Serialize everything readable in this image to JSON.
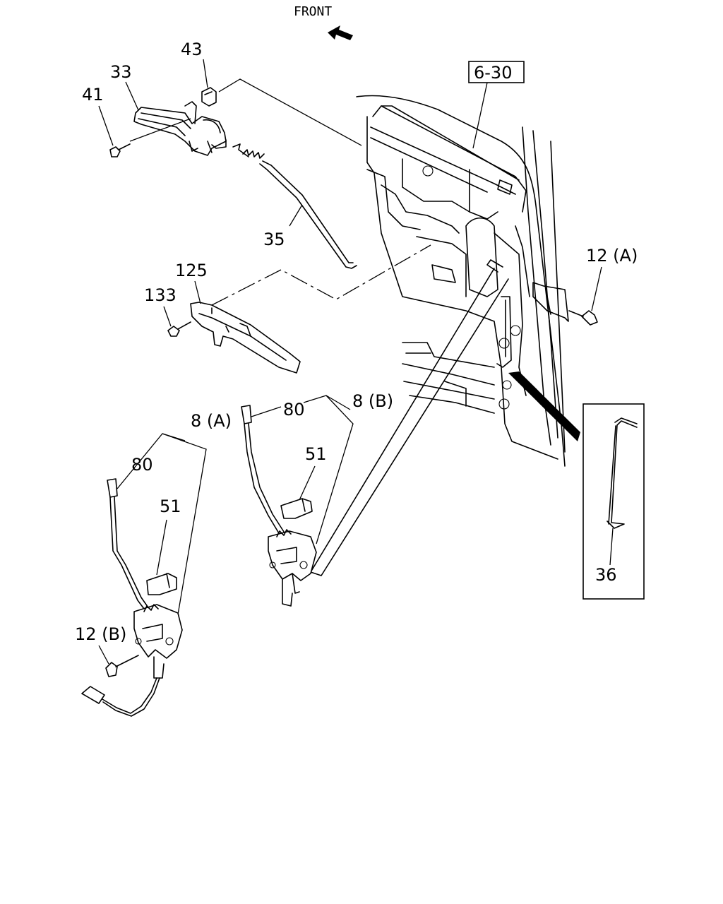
{
  "header": {
    "front_label": "FRONT"
  },
  "reference": {
    "code": "6-30"
  },
  "callouts": {
    "c43": "43",
    "c33": "33",
    "c41": "41",
    "c35": "35",
    "c125": "125",
    "c133": "133",
    "c12a": "12 (A)",
    "c80a": "80",
    "c8b": "8 (B)",
    "c51b": "51",
    "c8a": "8 (A)",
    "c80b": "80",
    "c51a": "51",
    "c12b": "12 (B)",
    "c36": "36"
  }
}
